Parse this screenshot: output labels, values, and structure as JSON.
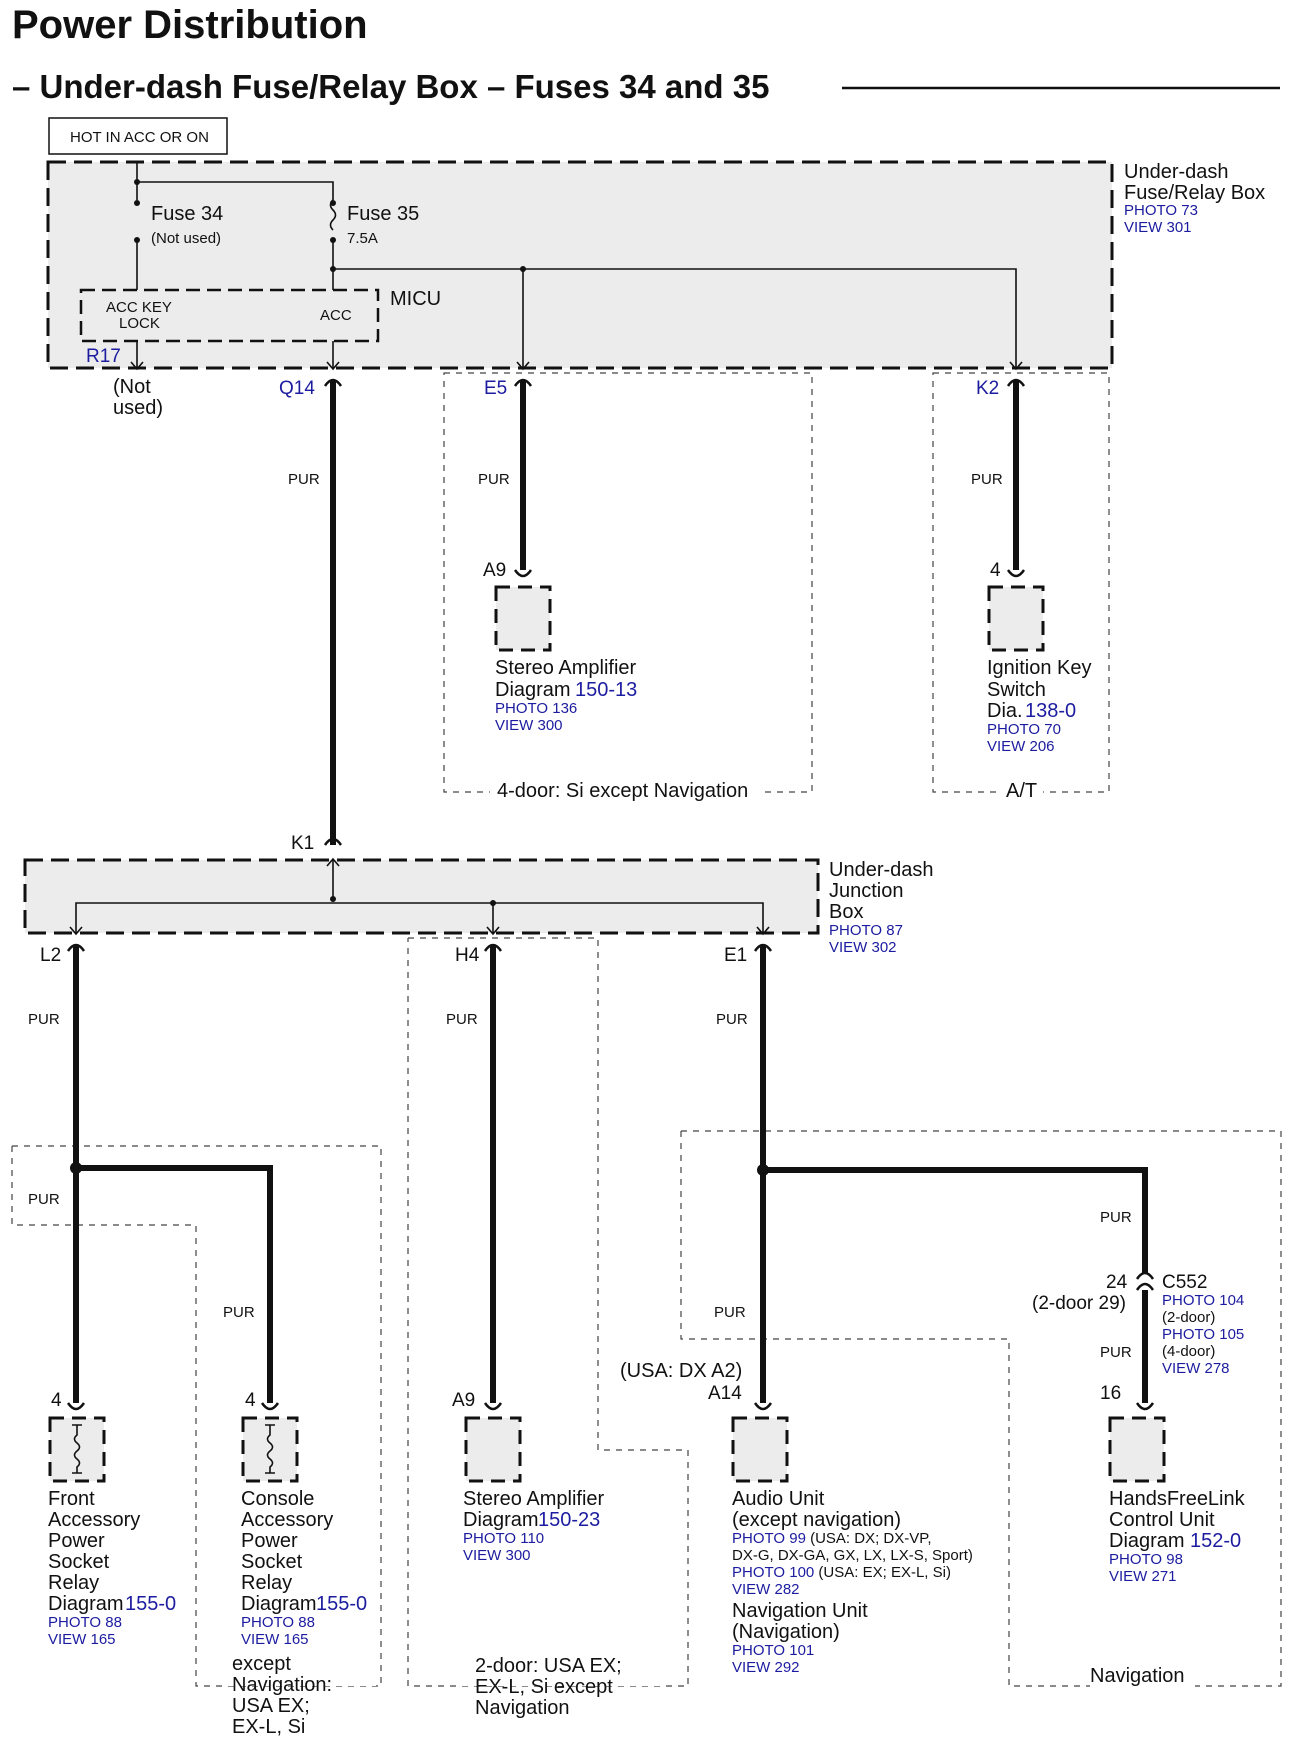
{
  "title": "Power Distribution",
  "subtitle": "– Under-dash Fuse/Relay Box – Fuses 34 and 35",
  "hot_label": "HOT IN ACC OR ON",
  "fuse_box": {
    "line1": "Under-dash",
    "line2": "Fuse/Relay Box",
    "photo": "PHOTO 73",
    "view": "VIEW 301"
  },
  "fuse34": {
    "name": "Fuse 34",
    "note": "(Not used)"
  },
  "fuse35": {
    "name": "Fuse 35",
    "rating": "7.5A"
  },
  "micu": {
    "name": "MICU",
    "acc_key_1": "ACC KEY",
    "acc_key_2": "LOCK",
    "acc": "ACC"
  },
  "terminals": {
    "r17": "R17",
    "q14": "Q14",
    "e5": "E5",
    "k2": "K2",
    "k1": "K1",
    "l2": "L2",
    "h4": "H4",
    "e1": "E1"
  },
  "not_used_1": "(Not",
  "not_used_2": "used)",
  "wire_color": "PUR",
  "stereo_amp_1": {
    "pin": "A9",
    "line1": "Stereo Amplifier",
    "diagram": "Diagram",
    "diagram_ref": "150-13",
    "photo": "PHOTO 136",
    "view": "VIEW 300"
  },
  "ignition": {
    "pin": "4",
    "line1": "Ignition Key",
    "line2": "Switch",
    "dia": "Dia.",
    "diagram_ref": "138-0",
    "photo": "PHOTO 70",
    "view": "VIEW 206"
  },
  "region_4door": "4-door: Si except Navigation",
  "region_at": "A/T",
  "junction_box": {
    "line1": "Under-dash",
    "line2": "Junction",
    "line3": "Box",
    "photo": "PHOTO 87",
    "view": "VIEW 302"
  },
  "front_relay": {
    "pin": "4",
    "lines": [
      "Front",
      "Accessory",
      "Power",
      "Socket",
      "Relay"
    ],
    "diagram": "Diagram",
    "diagram_ref": "155-0",
    "photo": "PHOTO 88",
    "view": "VIEW 165"
  },
  "console_relay": {
    "pin": "4",
    "lines": [
      "Console",
      "Accessory",
      "Power",
      "Socket",
      "Relay"
    ],
    "diagram": "Diagram",
    "diagram_ref": "155-0",
    "photo": "PHOTO 88",
    "view": "VIEW 165"
  },
  "except_nav": [
    "except",
    "Navigation:",
    "USA EX;",
    "EX-L, Si"
  ],
  "stereo_amp_2": {
    "pin": "A9",
    "line1": "Stereo Amplifier",
    "diagram": "Diagram",
    "diagram_ref": "150-23",
    "photo": "PHOTO 110",
    "view": "VIEW 300"
  },
  "region_2door": [
    "2-door: USA EX;",
    "EX-L, Si except",
    "Navigation"
  ],
  "audio": {
    "pin_note": "(USA: DX A2)",
    "pin": "A14",
    "line1": "Audio Unit",
    "line2": "(except navigation)",
    "photo99": "PHOTO 99",
    "photo99_note": " (USA: DX; DX-VP,",
    "photo99_note2": "DX-G, DX-GA, GX, LX, LX-S, Sport)",
    "photo100": "PHOTO 100",
    "photo100_note": " (USA: EX; EX-L, Si)",
    "view282": "VIEW 282",
    "nav_line1": "Navigation Unit",
    "nav_line2": "(Navigation)",
    "photo101": "PHOTO 101",
    "view292": "VIEW 292"
  },
  "c552": {
    "name": "C552",
    "pin": "24",
    "pin2": "(2-door 29)",
    "photo104": "PHOTO 104",
    "note104": "(2-door)",
    "photo105": "PHOTO 105",
    "note105": "(4-door)",
    "view": "VIEW 278"
  },
  "handsfree": {
    "pin": "16",
    "line1": "HandsFreeLink",
    "line2": "Control Unit",
    "diagram": "Diagram",
    "diagram_ref": "152-0",
    "photo": "PHOTO 98",
    "view": "VIEW 271"
  },
  "region_nav": "Navigation"
}
